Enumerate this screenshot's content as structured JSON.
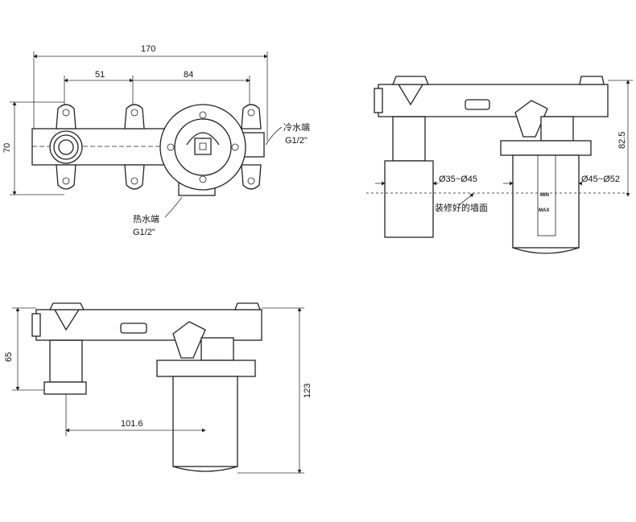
{
  "front_view": {
    "dim_total_width": "170",
    "dim_left": "51",
    "dim_right": "84",
    "dim_height": "70",
    "cold_inlet_label": "冷水端",
    "cold_inlet_thread": "G1/2\"",
    "hot_inlet_label": "热水端",
    "hot_inlet_thread": "G1/2\""
  },
  "side_view": {
    "dim_depth": "82.5",
    "dia_left": "Ø35~Ø45",
    "dia_right": "Ø45~Ø52",
    "wall_label": "装修好的墙面",
    "min_label": "MIN",
    "max_label": "MAX"
  },
  "top_view": {
    "dim_height": "65",
    "dim_total": "123",
    "dim_spacing": "101.6"
  }
}
